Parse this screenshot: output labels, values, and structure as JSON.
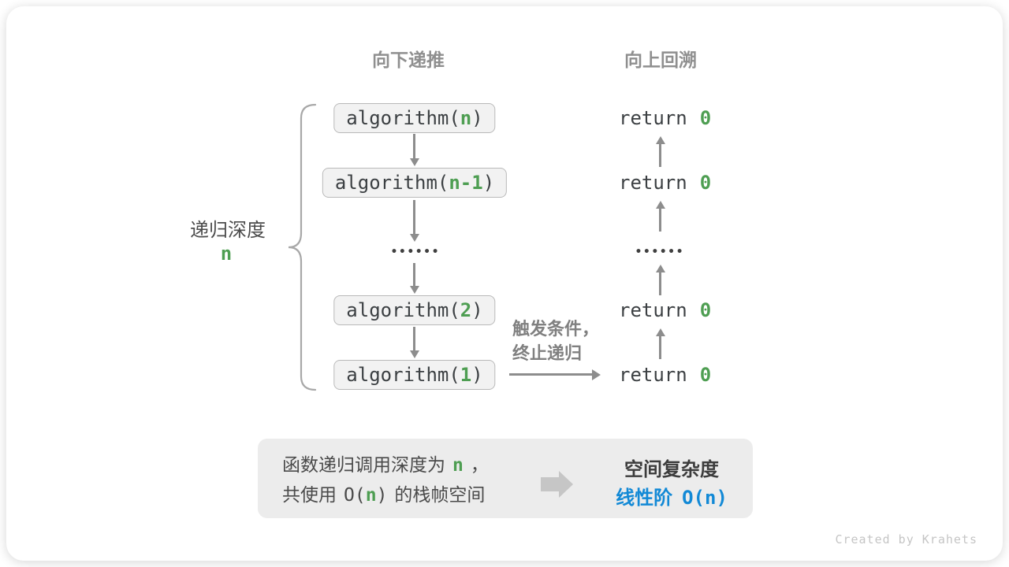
{
  "header": {
    "recurse_label": "向下递推",
    "backtrack_label": "向上回溯"
  },
  "depth": {
    "label": "递归深度",
    "value": "n"
  },
  "stack": {
    "frames": [
      {
        "name": "algorithm(",
        "arg": "n",
        "close": ")"
      },
      {
        "name": "algorithm(",
        "arg": "n-1",
        "close": ")"
      },
      {
        "name": "algorithm(",
        "arg": "2",
        "close": ")"
      },
      {
        "name": "algorithm(",
        "arg": "1",
        "close": ")"
      }
    ],
    "ellipsis": "••••••"
  },
  "returns": {
    "rows": [
      {
        "keyword": "return",
        "value": "0"
      },
      {
        "keyword": "return",
        "value": "0"
      },
      {
        "keyword": "return",
        "value": "0"
      },
      {
        "keyword": "return",
        "value": "0"
      }
    ],
    "ellipsis": "••••••"
  },
  "base_case": {
    "line1": "触发条件，",
    "line2": "终止递归"
  },
  "summary": {
    "line1_pre": "函数递归调用深度为",
    "line1_var": "n",
    "line1_post": "，",
    "line2_pre": "共使用",
    "line2_code_open": "O(",
    "line2_var": "n",
    "line2_code_close": ")",
    "line2_post": "的栈帧空间",
    "result_title": "空间复杂度",
    "result_label": "线性阶",
    "result_code_open": "O(",
    "result_var": "n",
    "result_code_close": ")"
  },
  "credit": "Created by Krahets",
  "colors": {
    "accent_green": "#4e9e52",
    "accent_blue": "#1289d6",
    "header_gray": "#8f8f8f",
    "box_bg": "#f2f2f2",
    "box_border": "#b9b9b9",
    "panel_bg": "#ececec",
    "arrow_gray": "#8d8d8d"
  }
}
